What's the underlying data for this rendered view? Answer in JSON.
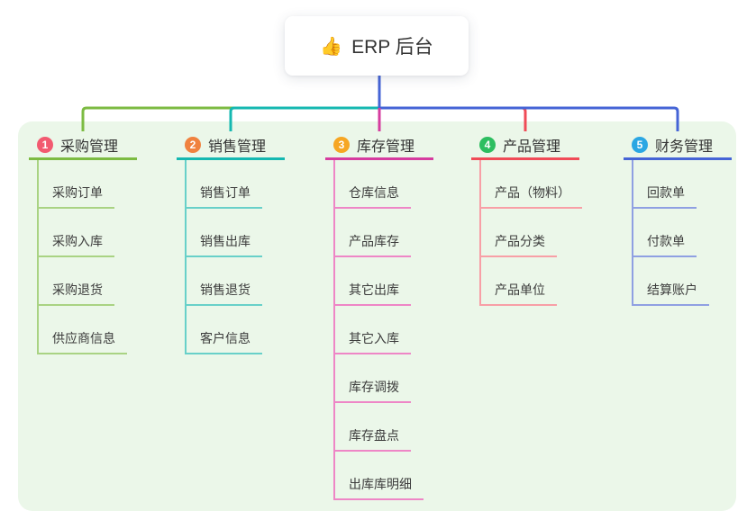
{
  "root": {
    "icon": "thumbs-up",
    "icon_glyph": "👍",
    "label": "ERP 后台"
  },
  "colors": {
    "panel_bg": "#EBF7E9",
    "trunk": "#4564D6",
    "card_bg": "#ffffff",
    "text": "#333333"
  },
  "branches": [
    {
      "index": "1",
      "title": "采购管理",
      "badge_color": "#F25A70",
      "color_main": "#7CBB42",
      "color_light": "#A9D383",
      "children": [
        "采购订单",
        "采购入库",
        "采购退货",
        "供应商信息"
      ]
    },
    {
      "index": "2",
      "title": "销售管理",
      "badge_color": "#F0823F",
      "color_main": "#15B8B1",
      "color_light": "#68D0C9",
      "children": [
        "销售订单",
        "销售出库",
        "销售退货",
        "客户信息"
      ]
    },
    {
      "index": "3",
      "title": "库存管理",
      "badge_color": "#F6A623",
      "color_main": "#D63C9F",
      "color_light": "#EE86C6",
      "children": [
        "仓库信息",
        "产品库存",
        "其它出库",
        "其它入库",
        "库存调拨",
        "库存盘点",
        "出库库明细"
      ]
    },
    {
      "index": "4",
      "title": "产品管理",
      "badge_color": "#2DBE60",
      "color_main": "#F04B57",
      "color_light": "#F89FA6",
      "children": [
        "产品（物料）",
        "产品分类",
        "产品单位"
      ]
    },
    {
      "index": "5",
      "title": "财务管理",
      "badge_color": "#2BA7E3",
      "color_main": "#4564D6",
      "color_light": "#8FA0E2",
      "children": [
        "回款单",
        "付款单",
        "结算账户"
      ]
    }
  ]
}
